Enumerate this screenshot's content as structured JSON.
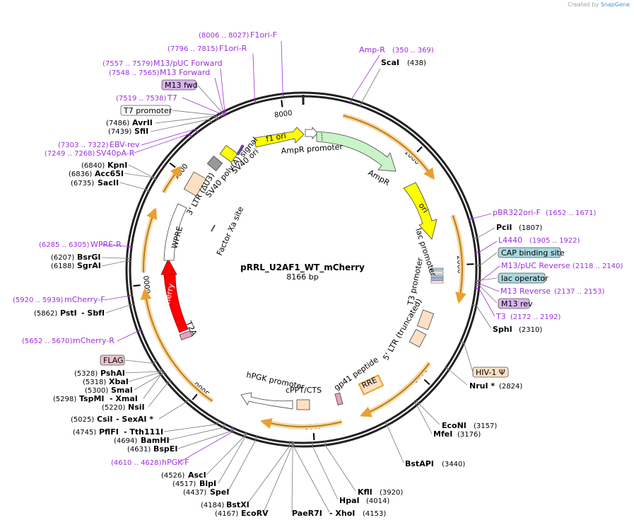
{
  "credit": {
    "prefix": "Created by",
    "brand": "SnapGene"
  },
  "plasmid": {
    "name": "pRRL_U2AF1_WT_mCherry",
    "size_label": "8166 bp"
  },
  "ticks": [
    "1000",
    "2000",
    "3000",
    "4000",
    "5000",
    "6000",
    "7000",
    "8000"
  ],
  "restriction_sites": [
    {
      "name": "ScaI",
      "pos": "(438)"
    },
    {
      "name": "PciI",
      "pos": "(1807)"
    },
    {
      "name": "SphI",
      "pos": "(2310)"
    },
    {
      "name": "NruI *",
      "pos": "(2824)"
    },
    {
      "name": "EcoNI",
      "pos": "(3157)"
    },
    {
      "name": "MfeI",
      "pos": "(3176)"
    },
    {
      "name": "BstAPI",
      "pos": "(3440)"
    },
    {
      "name": "KflI",
      "pos": "(3920)"
    },
    {
      "name": "HpaI",
      "pos": "(4014)"
    },
    {
      "name": "- XhoI",
      "pos": "(4153)"
    },
    {
      "name": "PaeR7I",
      "pos": ""
    },
    {
      "name": "EcoRV",
      "pos": "(4167)"
    },
    {
      "name": "BstXI",
      "pos": "(4184)"
    },
    {
      "name": "SpeI",
      "pos": "(4437)"
    },
    {
      "name": "BlpI",
      "pos": "(4517)"
    },
    {
      "name": "AscI",
      "pos": "(4526)"
    },
    {
      "name": "BspEI",
      "pos": "(4631)"
    },
    {
      "name": "BamHI",
      "pos": "(4694)"
    },
    {
      "name": "PflFI",
      "pos": "(4745)"
    },
    {
      "name": "- Tth111I",
      "pos": ""
    },
    {
      "name": "CsiI",
      "pos": "(5025)"
    },
    {
      "name": "- SexAI *",
      "pos": ""
    },
    {
      "name": "NsiI",
      "pos": "(5220)"
    },
    {
      "name": "TspMI",
      "pos": "(5298)"
    },
    {
      "name": "- XmaI",
      "pos": ""
    },
    {
      "name": "SmaI",
      "pos": "(5300)"
    },
    {
      "name": "XbaI",
      "pos": "(5318)"
    },
    {
      "name": "PshAI",
      "pos": "(5328)"
    },
    {
      "name": "PstI",
      "pos": "(5862)"
    },
    {
      "name": "- SbfI",
      "pos": ""
    },
    {
      "name": "SgrAI",
      "pos": "(6188)"
    },
    {
      "name": "BsrGI",
      "pos": "(6207)"
    },
    {
      "name": "SacII",
      "pos": "(6735)"
    },
    {
      "name": "Acc65I",
      "pos": "(6836)"
    },
    {
      "name": "KpnI",
      "pos": "(6840)"
    },
    {
      "name": "SfiI",
      "pos": "(7439)"
    },
    {
      "name": "AvrII",
      "pos": "(7486)"
    }
  ],
  "primers": [
    {
      "name": "F1ori-F",
      "pos": "(8006 .. 8027)"
    },
    {
      "name": "F1ori-R",
      "pos": "(7796 .. 7815)"
    },
    {
      "name": "M13/pUC Forward",
      "pos": "(7557 .. 7579)"
    },
    {
      "name": "M13 Forward",
      "pos": "(7548 .. 7565)"
    },
    {
      "name": "T7",
      "pos": "(7519 .. 7538)"
    },
    {
      "name": "EBV-rev",
      "pos": "(7303 .. 7322)"
    },
    {
      "name": "SV40pA-R",
      "pos": "(7249 .. 7268)"
    },
    {
      "name": "WPRE-R",
      "pos": "(6285 .. 6305)"
    },
    {
      "name": "mCherry-F",
      "pos": "(5920 .. 5939)"
    },
    {
      "name": "mCherry-R",
      "pos": "(5652 .. 5670)"
    },
    {
      "name": "hPGK-F",
      "pos": "(4610 .. 4628)"
    },
    {
      "name": "Amp-R",
      "pos": "(350 .. 369)"
    },
    {
      "name": "pBR322ori-F",
      "pos": "(1652 .. 1671)"
    },
    {
      "name": "L4440",
      "pos": "(1905 .. 1922)"
    },
    {
      "name": "M13/pUC Reverse",
      "pos": "(2118 .. 2140)"
    },
    {
      "name": "M13 Reverse",
      "pos": "(2137 .. 2153)"
    },
    {
      "name": "T3",
      "pos": "(2172 .. 2192)"
    }
  ],
  "boxed_labels": [
    {
      "name": "M13 fwd",
      "kind": "primer-bind",
      "color": "#d9b3f0"
    },
    {
      "name": "T7 promoter",
      "kind": "promoter",
      "color": "#ffffff"
    },
    {
      "name": "CAP binding site",
      "kind": "protein-bind",
      "color": "#a8d8e0"
    },
    {
      "name": "lac operator",
      "kind": "protein-bind",
      "color": "#a8d8e0"
    },
    {
      "name": "M13 rev",
      "kind": "primer-bind",
      "color": "#d9b3f0"
    },
    {
      "name": "HIV-1 Ψ",
      "kind": "misc",
      "color": "#fde0c4"
    },
    {
      "name": "FLAG",
      "kind": "tag",
      "color": "#e8c4cc"
    }
  ],
  "features": [
    {
      "name": "f1 ori",
      "color": "#ffff00"
    },
    {
      "name": "AmpR promoter",
      "color": "#ffffff"
    },
    {
      "name": "AmpR",
      "color": "#c8f5c8"
    },
    {
      "name": "ori",
      "color": "#ffff00"
    },
    {
      "name": "lac promoter",
      "color": "#ffffff"
    },
    {
      "name": "T3 promoter",
      "color": "#ffffff"
    },
    {
      "name": "5' LTR (truncated)",
      "color": "#fde0c4"
    },
    {
      "name": "RRE",
      "color": "#fde0c4"
    },
    {
      "name": "gp41 peptide",
      "color": "#e8a0c0"
    },
    {
      "name": "cPPT/CTS",
      "color": "#fde0c4"
    },
    {
      "name": "hPGK promoter",
      "color": "#ffffff"
    },
    {
      "name": "T2A",
      "color": "#e8a0c0"
    },
    {
      "name": "mCherry",
      "color": "#ff0000"
    },
    {
      "name": "WPRE",
      "color": "#ffffff"
    },
    {
      "name": "3' LTR (ΔU3)",
      "color": "#fde0c4"
    },
    {
      "name": "SV40 poly(A) signal",
      "color": "#999999"
    },
    {
      "name": "SV40 ori",
      "color": "#ffff00"
    },
    {
      "name": "Factor Xa site",
      "color": "#555555"
    }
  ],
  "colors": {
    "primer": "#9b30d9",
    "orf": "#e8a030",
    "backbone": "#000000"
  }
}
